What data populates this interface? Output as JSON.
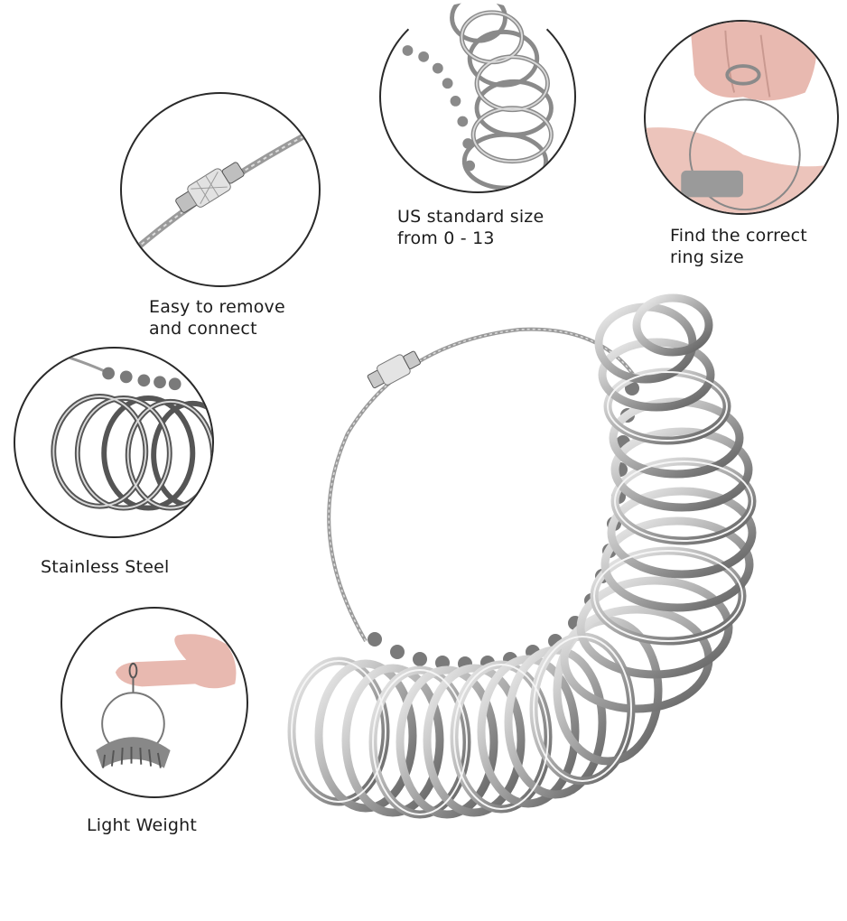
{
  "features": [
    {
      "id": "connector",
      "label_line1": "Easy to remove",
      "label_line2": "and connect",
      "icon": "screw-lock-connector"
    },
    {
      "id": "sizes",
      "label_line1": "US standard size",
      "label_line2": "from 0 - 13",
      "icon": "ring-stack"
    },
    {
      "id": "fit",
      "label_line1": "Find the correct",
      "label_line2": "ring size",
      "icon": "finger-trying-ring"
    },
    {
      "id": "material",
      "label_line1": "Stainless Steel",
      "label_line2": "",
      "icon": "steel-rings"
    },
    {
      "id": "weight",
      "label_line1": "Light Weight",
      "label_line2": "",
      "icon": "hanging-from-finger"
    }
  ],
  "product": {
    "name": "ring-sizer-set",
    "icon": "ring-sizer-on-wire-loop"
  },
  "colors": {
    "outline": "#2a2a2a",
    "steel_light": "#e6e6e6",
    "steel_mid": "#a9a9a9",
    "steel_dark": "#5a5a5a",
    "skin": "#e8b9b0",
    "text": "#1c1c1c",
    "background": "#ffffff"
  }
}
